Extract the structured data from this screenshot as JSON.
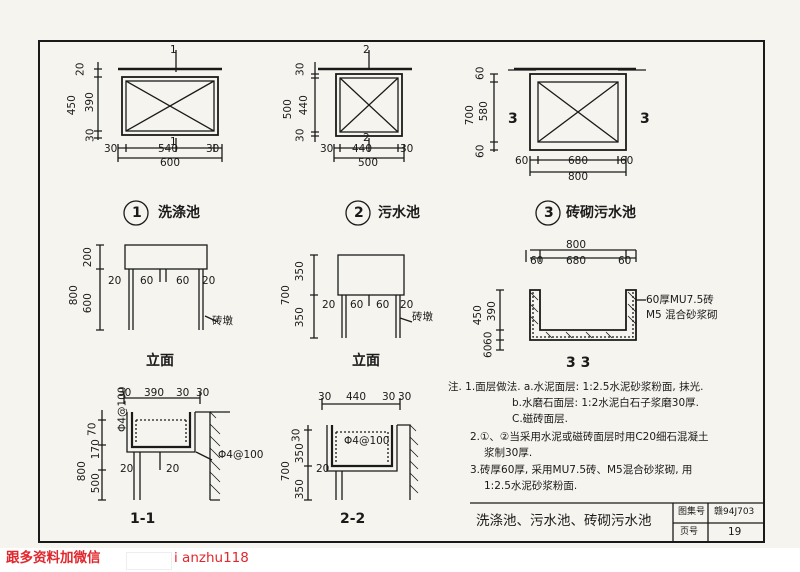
{
  "plan1": {
    "sec_label": "1",
    "d_top": "20",
    "d_mid": "390",
    "d_bot": "30",
    "d_total": "450",
    "d_l": "30",
    "d_inner": "540",
    "d_r": "30",
    "d_width": "600"
  },
  "plan2": {
    "sec_label": "2",
    "d_top": "30",
    "d_mid": "440",
    "d_bot": "30",
    "d_total": "500",
    "d_l": "30",
    "d_inner": "440",
    "d_r": "30",
    "d_width": "500"
  },
  "plan3": {
    "sec_label": "3",
    "d_top": "60",
    "d_mid": "580",
    "d_bot": "60",
    "d_total": "700",
    "d_l": "60",
    "d_inner": "680",
    "d_r": "60",
    "d_width": "800"
  },
  "titles": {
    "t1_num": "1",
    "t1": "洗涤池",
    "t2_num": "2",
    "t2": "污水池",
    "t3_num": "3",
    "t3": "砖砌污水池"
  },
  "elev1": {
    "h_top": "200",
    "h_total": "800",
    "h_bot": "600",
    "d1": "20",
    "d2": "60",
    "d3": "60",
    "d4": "20",
    "note": "砖墩",
    "label": "立面"
  },
  "elev2": {
    "h_top": "350",
    "h_total": "700",
    "h_bot": "350",
    "d1": "20",
    "d2": "60",
    "d3": "60",
    "d4": "20",
    "note": "砖墩",
    "label": "立面"
  },
  "sec33": {
    "w_total": "800",
    "w_l": "60",
    "w_mid": "680",
    "w_r": "60",
    "h_total": "450",
    "h_mid": "390",
    "h_bot": "60",
    "h_b2": "60",
    "note1": "60厚MU7.5砖",
    "note2": "M5 混合砂浆砌",
    "label": "3 3"
  },
  "sec11": {
    "d1": "30",
    "d2": "390",
    "d3": "30",
    "d4": "30",
    "rebar": "Φ4@100",
    "rebar2": "Φ4@100",
    "h_a": "70",
    "h_b": "170",
    "h_total": "800",
    "h_c": "500",
    "h_d": "20",
    "d_bot": "20",
    "label": "1-1"
  },
  "sec22": {
    "d1": "30",
    "d2": "440",
    "d3": "30",
    "d4": "30",
    "rebar": "Φ4@100",
    "h_a": "30",
    "h_b": "350",
    "h_total": "700",
    "h_c": "350",
    "h_d": "20",
    "label": "2-2"
  },
  "notes": {
    "line1": "注. 1.面层做法. a.水泥面层: 1:2.5水泥砂浆粉面, 抹光.",
    "line2": "b.水磨石面层: 1:2水泥白石子浆磨30厚.",
    "line3": "C.磁砖面层.",
    "line4": "2.①、②当采用水泥或磁砖面层时用C20细石混凝土",
    "line5": "浆制30厚.",
    "line6": "3.砖厚60厚, 采用MU7.5砖、M5混合砂浆砌, 用",
    "line7": "1:2.5水泥砂浆粉面."
  },
  "title_block": {
    "title": "洗涤池、污水池、砖砌污水池",
    "atlas_label": "图集号",
    "atlas_no": "赣94J703",
    "page_label": "页号",
    "page_no": "19"
  },
  "footer": {
    "text_a": "跟多资料加微信",
    "text_b": "i anzhu118"
  }
}
